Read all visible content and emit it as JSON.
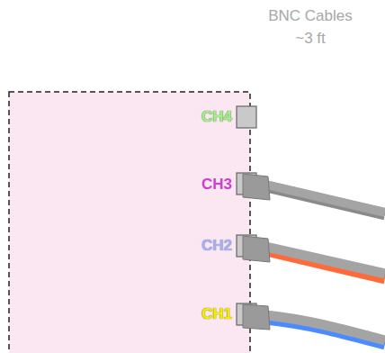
{
  "diagram": {
    "labels": [
      "BNC Cables ~3 ft",
      "CH4",
      "CH3",
      "CH2",
      "CH1"
    ]
  }
}
